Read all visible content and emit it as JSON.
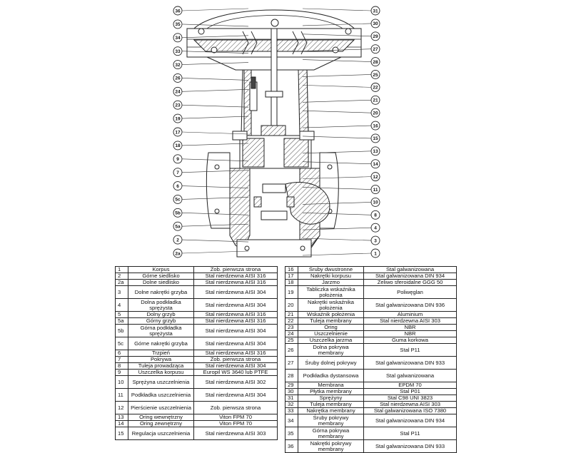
{
  "diagram": {
    "callouts_left": [
      "36",
      "35",
      "34",
      "33",
      "32",
      "26",
      "24",
      "23",
      "19",
      "17",
      "18",
      "9",
      "7",
      "6",
      "5c",
      "5b",
      "5a",
      "2",
      "2a"
    ],
    "callouts_right": [
      "31",
      "30",
      "29",
      "27",
      "28",
      "25",
      "22",
      "21",
      "20",
      "16",
      "15",
      "13",
      "14",
      "12",
      "11",
      "10",
      "8",
      "4",
      "3",
      "1"
    ]
  },
  "parts_table": {
    "left": [
      {
        "no": "1",
        "name": "Korpus",
        "material": "Zob. pierwsza strona"
      },
      {
        "no": "2",
        "name": "Górne siedlisko",
        "material": "Stal nierdzewna AISI 316"
      },
      {
        "no": "2a",
        "name": "Dolne siedlisko",
        "material": "Stal nierdzewna AISI 316"
      },
      {
        "no": "3",
        "name": "Dolne nakrętki grzyba",
        "material": "Stal nierdzewna AISI 304"
      },
      {
        "no": "4",
        "name": "Dolna podkładka sprężysta",
        "material": "Stal nierdzewna AISI 304"
      },
      {
        "no": "5",
        "name": "Dolny grzyb",
        "material": "Stal nierdzewna AISI 316"
      },
      {
        "no": "5a",
        "name": "Górny grzyb",
        "material": "Stal nierdzewna AISI 316"
      },
      {
        "no": "5b",
        "name": "Górna podkładka sprężysta",
        "material": "Stal nierdzewna AISI 304"
      },
      {
        "no": "5c",
        "name": "Górne nakrętki grzyba",
        "material": "Stal nierdzewna AISI 304"
      },
      {
        "no": "6",
        "name": "Trzpień",
        "material": "Stal nierdzewna AISI 316"
      },
      {
        "no": "7",
        "name": "Pokrywa",
        "material": "Zob. pierwsza strona"
      },
      {
        "no": "8",
        "name": "Tuleja prowadząca",
        "material": "Stal nierdzewna AISI 304"
      },
      {
        "no": "9",
        "name": "Uszczelka korpusu",
        "material": "Europil WS 3640 lub PTFE"
      },
      {
        "no": "10",
        "name": "Sprężyna uszczelnienia",
        "material": "Stal nierdzewna AISI 302"
      },
      {
        "no": "11",
        "name": "Podkładka uszczelnienia",
        "material": "Stal nierdzewna AISI 304"
      },
      {
        "no": "12",
        "name": "Pierścienie uszczelnienia",
        "material": "Zob. pierwsza strona"
      },
      {
        "no": "13",
        "name": "Oring wewnętrzny",
        "material": "Viton FPM 70"
      },
      {
        "no": "14",
        "name": "Oring zewnętrzny",
        "material": "Viton FPM 70"
      },
      {
        "no": "15",
        "name": "Regulacja uszczelnienia",
        "material": "Stal nierdzewna AISI 303"
      }
    ],
    "right": [
      {
        "no": "16",
        "name": "Śruby dwustronne",
        "material": "Stal galwanizowana"
      },
      {
        "no": "17",
        "name": "Nakrętki korpusu",
        "material": "Stal galwanizowana DIN 934"
      },
      {
        "no": "18",
        "name": "Jarzmo",
        "material": "Żeliwo sferoidalne GGG 50"
      },
      {
        "no": "19",
        "name": "Tabliczka wskaźnika położenia",
        "material": "Poliwęglan"
      },
      {
        "no": "20",
        "name": "Nakrętki wskaźnika położenia",
        "material": "Stal galwanizowana DIN 936"
      },
      {
        "no": "21",
        "name": "Wskaźnik położenia",
        "material": "Aluminium"
      },
      {
        "no": "22",
        "name": "Tuleja membrany",
        "material": "Stal nierdzewna AISI 303"
      },
      {
        "no": "23",
        "name": "Oring",
        "material": "NBR"
      },
      {
        "no": "24",
        "name": "Uszczelnienie",
        "material": "NBR"
      },
      {
        "no": "25",
        "name": "Uszczelka jarzma",
        "material": "Guma korkowa"
      },
      {
        "no": "26",
        "name": "Dolna pokrywa membrany",
        "material": "Stal P11"
      },
      {
        "no": "27",
        "name": "Śruby dolnej pokrywy",
        "material": "Stal galwanizowana DIN 933"
      },
      {
        "no": "28",
        "name": "Podkładka dystansowa",
        "material": "Stal galwanizowana"
      },
      {
        "no": "29",
        "name": "Membrana",
        "material": "EPDM 70"
      },
      {
        "no": "30",
        "name": "Płytka membrany",
        "material": "Stal P01"
      },
      {
        "no": "31",
        "name": "Sprężyny",
        "material": "Stal C98 UNI 3823"
      },
      {
        "no": "32",
        "name": "Tuleja membrany",
        "material": "Stal nierdzewna AISI 303"
      },
      {
        "no": "33",
        "name": "Nakrętka membrany",
        "material": "Stal galwanizowana ISO 7380"
      },
      {
        "no": "34",
        "name": "Śruby pokrywy membrany",
        "material": "Stal galwanizowana DIN 934"
      },
      {
        "no": "35",
        "name": "Górna pokrywa membrany",
        "material": "Stal P11"
      },
      {
        "no": "36",
        "name": "Nakrętki pokrywy membrany",
        "material": "Stal galwanizowana DIN 933"
      }
    ]
  }
}
